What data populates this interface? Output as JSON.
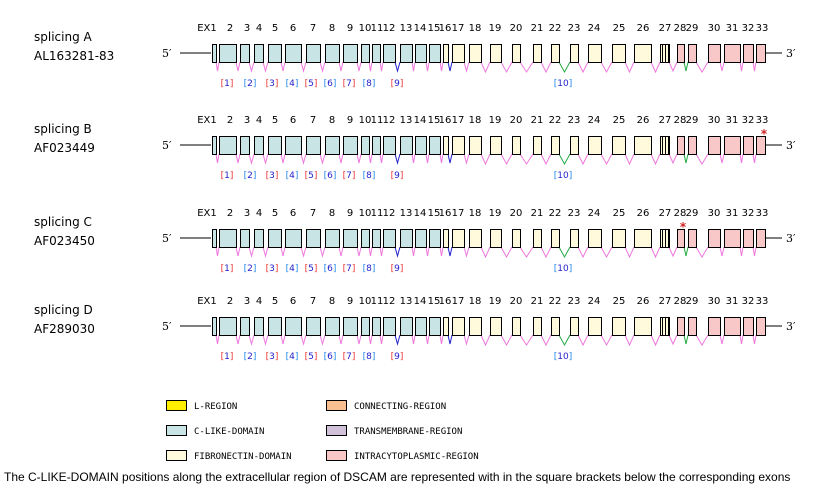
{
  "exon_numbers": [
    "EX1",
    "2",
    "3",
    "4",
    "5",
    "6",
    "7",
    "8",
    "9",
    "10",
    "11",
    "12",
    "13",
    "14",
    "15",
    "16",
    "17",
    "18",
    "19",
    "20",
    "21",
    "22",
    "23",
    "24",
    "25",
    "26",
    "27",
    "28",
    "29",
    "30",
    "31",
    "32",
    "33"
  ],
  "ends": {
    "five": "5′",
    "three": "3′"
  },
  "colors": {
    "l_region": "#ffee00",
    "c_like": "#c8e4e4",
    "fibronectin": "#fffadc",
    "connecting": "#f8c090",
    "transmembrane": "#d0c0d8",
    "intracytoplasmic": "#f8c8c8",
    "splice_default": "#ee77dd",
    "splice_exon4": "#2222cc",
    "splice_exon6": "#22aa44",
    "bracket_red": "#ee3333",
    "bracket_blue": "#2288ee",
    "star": "#cc2222"
  },
  "rows": [
    {
      "name": "splicing A",
      "accession": "AL163281-83",
      "star_after_exon": null
    },
    {
      "name": "splicing B",
      "accession": "AF023449",
      "star_after_exon": "33"
    },
    {
      "name": "splicing C",
      "accession": "AF023450",
      "star_after_exon": "28"
    },
    {
      "name": "splicing D",
      "accession": "AF289030",
      "star_after_exon": null
    }
  ],
  "domains": [
    {
      "label": "1",
      "color": "red"
    },
    {
      "label": "2",
      "color": "blue"
    },
    {
      "label": "3",
      "color": "red"
    },
    {
      "label": "4",
      "color": "blue"
    },
    {
      "label": "5",
      "color": "red"
    },
    {
      "label": "6",
      "color": "blue"
    },
    {
      "label": "7",
      "color": "red"
    },
    {
      "label": "8",
      "color": "blue"
    },
    {
      "label": "9",
      "color": "red"
    },
    {
      "label": "10",
      "color": "blue"
    }
  ],
  "legend": [
    {
      "label": "L-REGION",
      "color": "#ffee00"
    },
    {
      "label": "C-LIKE-DOMAIN",
      "color": "#c8e4e4"
    },
    {
      "label": "FIBRONECTIN-DOMAIN",
      "color": "#fffadc"
    },
    {
      "label": "CONNECTING-REGION",
      "color": "#f8c090"
    },
    {
      "label": "TRANSMEMBRANE-REGION",
      "color": "#d0c0d8"
    },
    {
      "label": "INTRACYTOPLASMIC-REGION",
      "color": "#f8c8c8"
    }
  ],
  "caption": "The C-LIKE-DOMAIN positions along the extracellular region of DSCAM are represented with in the square brackets below the corresponding exons"
}
